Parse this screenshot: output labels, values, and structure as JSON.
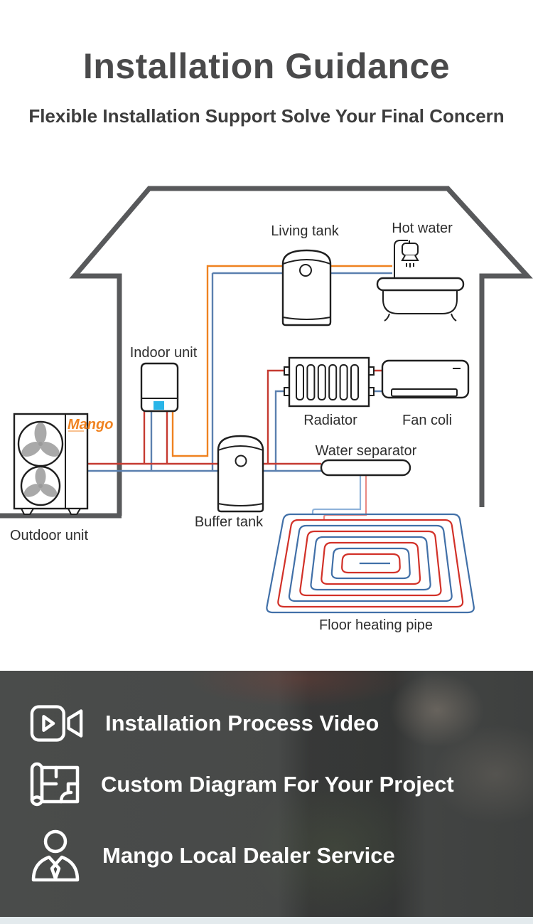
{
  "header": {
    "title": "Installation Guidance",
    "subtitle": "Flexible Installation Support Solve Your Final Concern"
  },
  "diagram": {
    "labels": {
      "living_tank": "Living tank",
      "hot_water": "Hot water",
      "indoor_unit": "Indoor unit",
      "outdoor_unit": "Outdoor unit",
      "radiator": "Radiator",
      "fan_coil": "Fan coli",
      "water_separator": "Water separator",
      "buffer_tank": "Buffer tank",
      "floor_heating_pipe": "Floor heating pipe"
    },
    "brand_logo_text": "Mango",
    "colors": {
      "pipe_red": "#c53a31",
      "pipe_blue": "#5b80af",
      "pipe_orange": "#ef8220",
      "spiral_red": "#d23128",
      "spiral_blue": "#4170a8",
      "feed_red_light": "#ea8b84",
      "feed_blue_light": "#8fb3da",
      "wall_gray": "#58595b",
      "display_cyan": "#2ab5e8",
      "brand_orange": "#f08321"
    }
  },
  "footer": {
    "features": [
      {
        "icon": "video-camera-icon",
        "label": "Installation Process Video"
      },
      {
        "icon": "blueprint-icon",
        "label": "Custom Diagram For Your Project"
      },
      {
        "icon": "dealer-person-icon",
        "label": "Mango Local Dealer Service"
      }
    ]
  }
}
